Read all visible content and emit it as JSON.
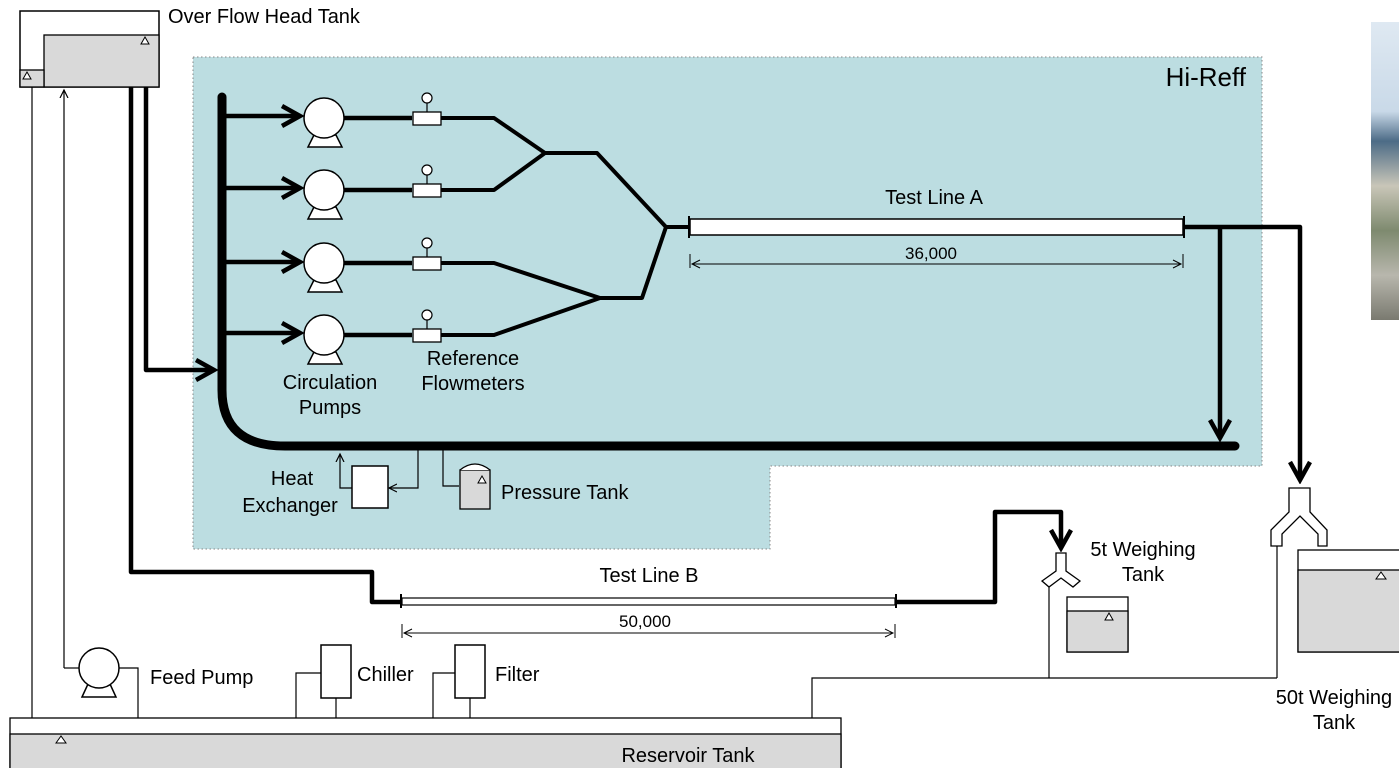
{
  "labels": {
    "overflow_head_tank": "Over Flow Head Tank",
    "hireff": "Hi-Reff",
    "test_line_a": "Test Line A",
    "test_line_a_length": "36,000",
    "test_line_b": "Test Line B",
    "test_line_b_length": "50,000",
    "circulation_pumps_1": "Circulation",
    "circulation_pumps_2": "Pumps",
    "reference_flowmeters_1": "Reference",
    "reference_flowmeters_2": "Flowmeters",
    "heat_exchanger_1": "Heat",
    "heat_exchanger_2": "Exchanger",
    "pressure_tank": "Pressure Tank",
    "weighing_5t_1": "5t Weighing",
    "weighing_5t_2": "Tank",
    "weighing_50t_1": "50t Weighing",
    "weighing_50t_2": "Tank",
    "feed_pump": "Feed Pump",
    "chiller": "Chiller",
    "filter": "Filter",
    "reservoir_tank": "Reservoir Tank"
  },
  "colors": {
    "hireff_area": "#bcdde1",
    "tank_fill": "#d9d9d9"
  }
}
